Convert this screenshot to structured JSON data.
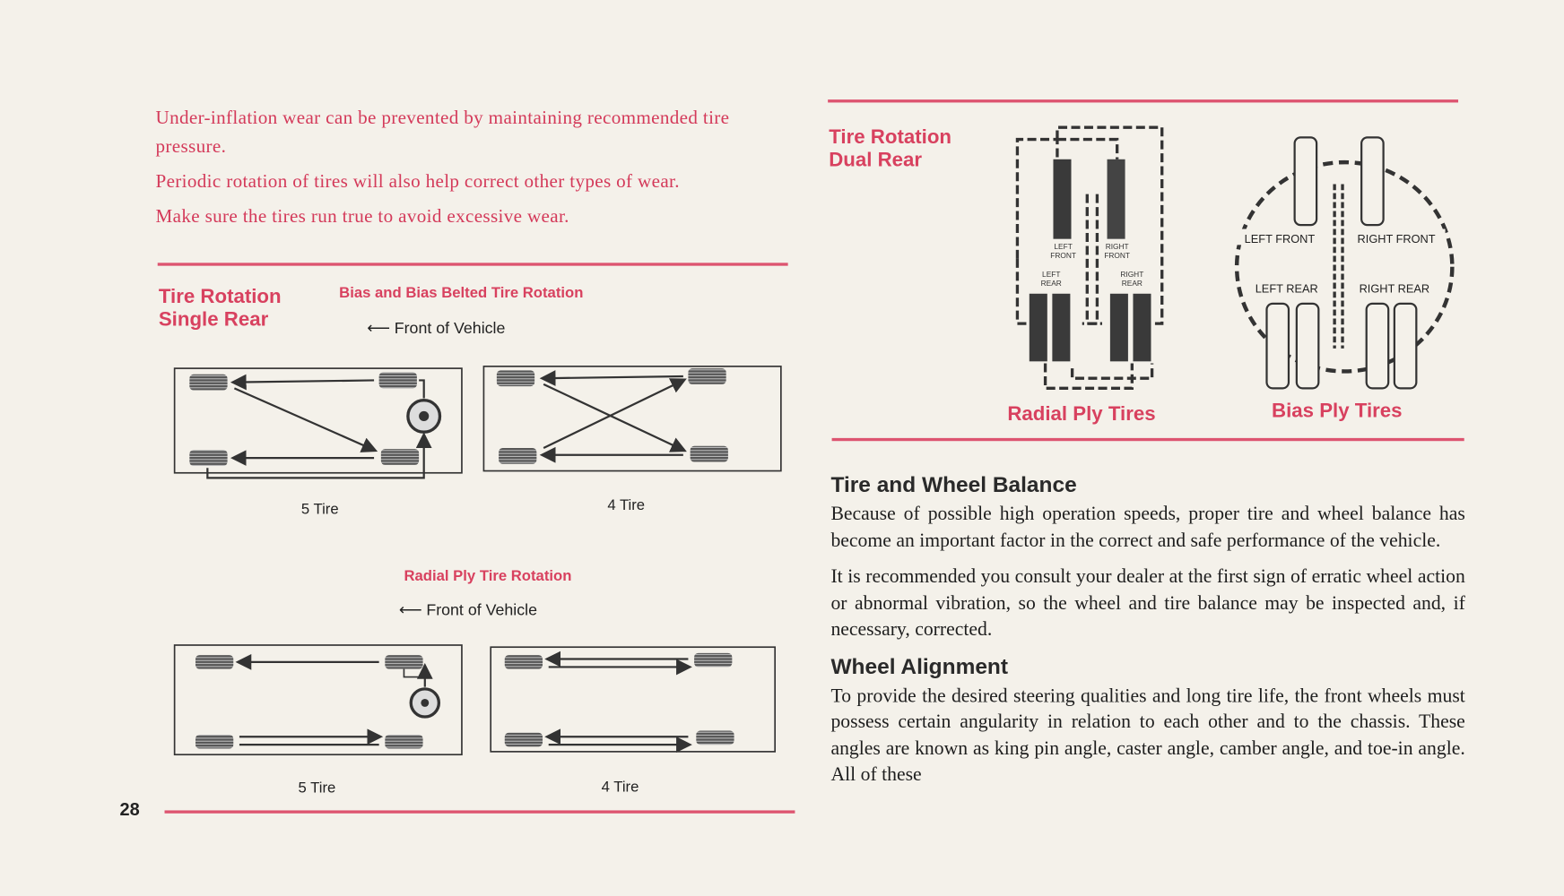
{
  "left": {
    "intro": [
      "Under-inflation wear can be prevented by maintaining recommended tire pressure.",
      "Periodic rotation of tires will also help correct other types of wear.",
      "Make sure the tires run true to avoid excessive wear."
    ],
    "section_title_line1": "Tire Rotation",
    "section_title_line2": "Single Rear",
    "bias_title": "Bias and Bias Belted Tire Rotation",
    "radial_title": "Radial Ply Tire Rotation",
    "front_of_vehicle": "Front of Vehicle",
    "caption_5": "5 Tire",
    "caption_4": "4 Tire",
    "page_number": "28"
  },
  "right": {
    "section_title_line1": "Tire Rotation",
    "section_title_line2": "Dual Rear",
    "radial_caption": "Radial Ply Tires",
    "bias_caption": "Bias Ply Tires",
    "labels": {
      "left_front": "LEFT FRONT",
      "right_front": "RIGHT FRONT",
      "left_rear": "LEFT REAR",
      "right_rear": "RIGHT REAR"
    },
    "balance_heading": "Tire and Wheel Balance",
    "balance_p1": "Because of possible high operation speeds, proper tire and wheel balance has become an important factor in the correct and safe performance of the vehicle.",
    "balance_p2": "It is recommended you consult your dealer at the first sign of erratic wheel action or abnormal vibration, so the wheel and tire balance may be inspected and, if necessary, corrected.",
    "alignment_heading": "Wheel Alignment",
    "alignment_p1": "To provide the desired steering qualities and long tire life, the front wheels must possess certain angularity in relation to each other and to the chassis. These angles are known as king pin angle, caster angle, camber angle, and toe-in angle. All of these"
  },
  "colors": {
    "accent": "#d8415f",
    "paper": "#f4f1ea",
    "ink": "#1e1e1e"
  }
}
